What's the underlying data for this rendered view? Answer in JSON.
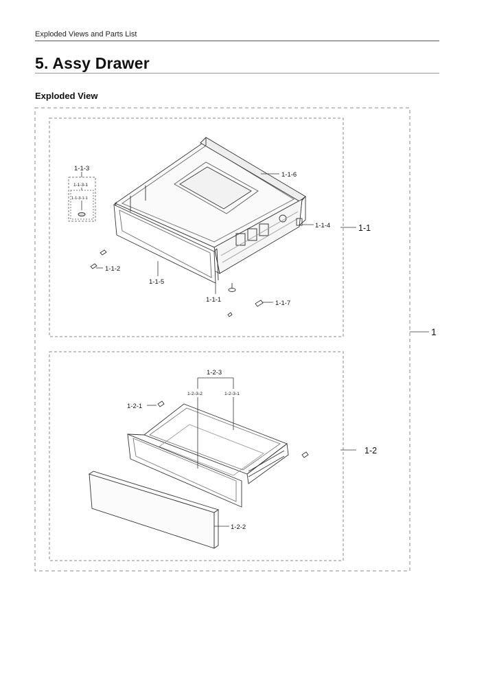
{
  "header": {
    "running_title": "Exploded Views and Parts List"
  },
  "section": {
    "title": "5.  Assy Drawer",
    "subtitle": "Exploded View"
  },
  "labels": {
    "assy": "1",
    "assy_upper": "1-1",
    "assy_lower": "1-2",
    "p_1_1_1": "1-1-1",
    "p_1_1_2": "1-1-2",
    "p_1_1_3": "1-1-3",
    "p_1_1_3_1": "1-1-3-1",
    "p_1_1_3_1_1": "1-1-3-1-1",
    "p_1_1_4": "1-1-4",
    "p_1_1_5": "1-1-5",
    "p_1_1_6": "1-1-6",
    "p_1_1_7": "1-1-7",
    "p_1_2_1": "1-2-1",
    "p_1_2_2": "1-2-2",
    "p_1_2_3": "1-2-3",
    "p_1_2_3_1": "1-2-3-1",
    "p_1_2_3_2": "1-2-3-2"
  }
}
